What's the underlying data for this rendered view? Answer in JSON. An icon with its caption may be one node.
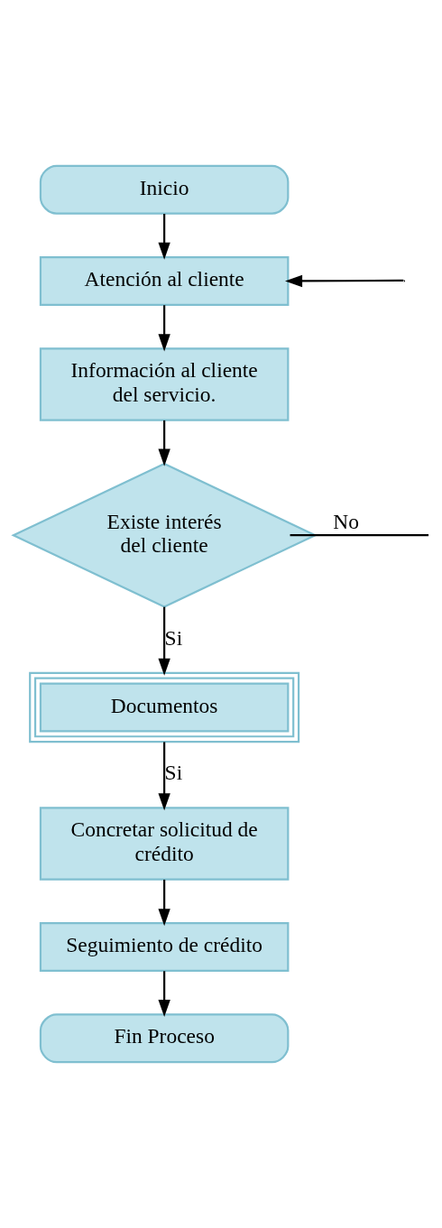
{
  "diagram": {
    "nodes": [
      {
        "text": [
          "Inicio"
        ]
      },
      {
        "text": [
          "Atención al cliente"
        ]
      },
      {
        "text": [
          "Información al cliente del servicio."
        ]
      },
      {
        "text": [
          "Existe interés del cliente"
        ]
      },
      {
        "text": [
          "Documentos"
        ]
      },
      {
        "text": [
          "Concretar solicitud de crédito"
        ]
      },
      {
        "text": [
          "Seguimiento de crédito"
        ]
      },
      {
        "text": [
          "Fin Proceso"
        ]
      }
    ],
    "edges": [
      {
        "from": 0,
        "to": 1,
        "arrow": "to"
      },
      {
        "from": null,
        "to": 1,
        "arrow": "to"
      },
      {
        "from": 1,
        "to": 2,
        "arrow": "to"
      },
      {
        "from": 2,
        "to": 3,
        "arrow": "to"
      },
      {
        "from": 3,
        "to": null,
        "arrow": "none",
        "label": "No"
      },
      {
        "from": 3,
        "to": 4,
        "arrow": "to",
        "label": "Si"
      },
      {
        "from": 4,
        "to": 5,
        "arrow": "to",
        "label": "Si"
      },
      {
        "from": 5,
        "to": 6,
        "arrow": "to"
      },
      {
        "from": 6,
        "to": 7,
        "arrow": "to"
      }
    ]
  }
}
